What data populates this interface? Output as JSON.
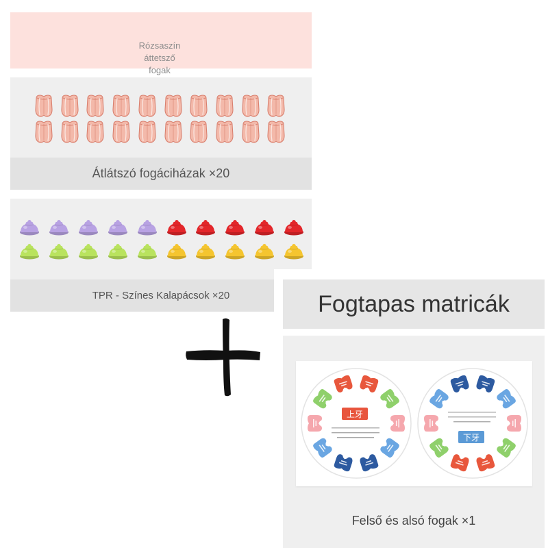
{
  "banner": {
    "text": "Rózsaszín áttetsző fogak"
  },
  "transparent_caps": {
    "caption": "Átlátszó fogáciházak ×20",
    "rows": [
      [
        "#f3a996",
        "#f3a996",
        "#f3a996",
        "#f3a996",
        "#f3a996",
        "#f3a996",
        "#f3a996",
        "#f3a996",
        "#f3a996",
        "#f3a996"
      ],
      [
        "#f3a996",
        "#f3a996",
        "#f3a996",
        "#f3a996",
        "#f3a996",
        "#f3a996",
        "#f3a996",
        "#f3a996",
        "#f3a996",
        "#f3a996"
      ]
    ]
  },
  "colored_caps": {
    "caption": "TPR - Színes Kalapácsok ×20",
    "rows": [
      [
        "#b8a2e3",
        "#b8a2e3",
        "#b8a2e3",
        "#b8a2e3",
        "#b8a2e3",
        "#e3262a",
        "#e3262a",
        "#e3262a",
        "#e3262a",
        "#e3262a"
      ],
      [
        "#b9e35e",
        "#b9e35e",
        "#b9e35e",
        "#b9e35e",
        "#b9e35e",
        "#f5c52f",
        "#f5c52f",
        "#f5c52f",
        "#f5c52f",
        "#f5c52f"
      ]
    ]
  },
  "stickers": {
    "title": "Fogtapas matricák",
    "caption": "Felső és alsó fogak ×1",
    "upper": {
      "label": "上牙",
      "teeth": [
        "#e8573c",
        "#e8573c",
        "#8fd06b",
        "#f5a7ad",
        "#6aa6e2",
        "#2d5aa0",
        "#2d5aa0",
        "#6aa6e2",
        "#f5a7ad",
        "#8fd06b"
      ]
    },
    "lower": {
      "label": "下牙",
      "teeth": [
        "#2d5aa0",
        "#2d5aa0",
        "#6aa6e2",
        "#f5a7ad",
        "#8fd06b",
        "#e8573c",
        "#e8573c",
        "#8fd06b",
        "#f5a7ad",
        "#6aa6e2"
      ]
    }
  },
  "icons": {
    "plus": "plus-icon"
  },
  "colors": {
    "banner_pink": "#fde1dd",
    "panel_gray": "#efefef",
    "caption_gray": "#e2e2e2",
    "title_gray": "#e6e6e6",
    "transparent_cap_edge": "#d9806f",
    "badge_red": "#e8553d",
    "badge_blue": "#5b9ad6",
    "plus_black": "#111111"
  }
}
